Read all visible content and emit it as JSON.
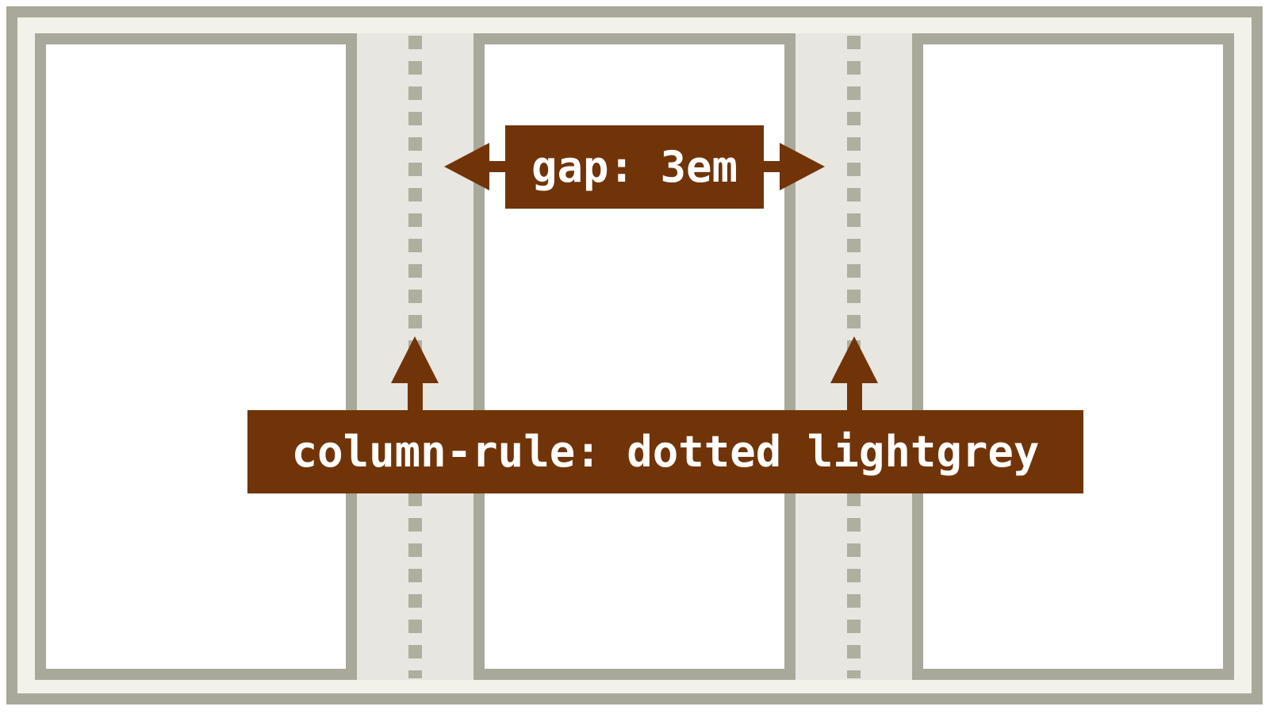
{
  "figure": {
    "description": "CSS multi-column layout diagram with three columns",
    "column_count": 3,
    "gap_count": 2,
    "gap_label": "gap: 3em",
    "rule_label": "column-rule: dotted lightgrey"
  },
  "colors": {
    "page-bg": "#ffffff",
    "border": "#a8a99a",
    "container-bg": "#f2f1ea",
    "column-bg": "#ffffff",
    "gap-bg": "#e8e6e0",
    "dot": "#aeaf9f",
    "brown": "#713408",
    "label-text": "#ffffff"
  }
}
